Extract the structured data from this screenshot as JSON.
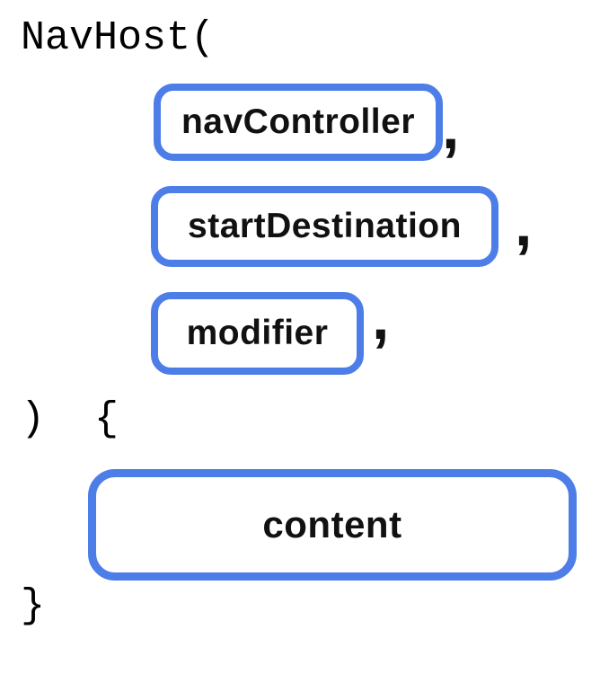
{
  "diagram": {
    "description": "NavHost composable signature diagram",
    "code": {
      "open": "NavHost(",
      "body_open": ") {",
      "close": "}"
    },
    "params": [
      {
        "label": "navController",
        "separator": ","
      },
      {
        "label": "startDestination",
        "separator": ","
      },
      {
        "label": "modifier",
        "separator": ","
      }
    ],
    "lambda_slot": {
      "label": "content"
    },
    "colors": {
      "badge_border": "#4d7ee8",
      "code_text": "#000000",
      "label_text": "#111111",
      "background": "#ffffff"
    }
  }
}
